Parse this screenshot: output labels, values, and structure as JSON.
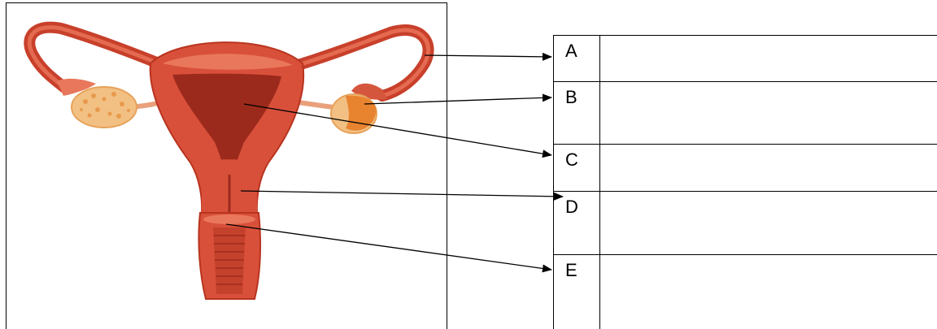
{
  "labels": [
    {
      "letter": "A",
      "answer": ""
    },
    {
      "letter": "B",
      "answer": ""
    },
    {
      "letter": "C",
      "answer": ""
    },
    {
      "letter": "D",
      "answer": ""
    },
    {
      "letter": "E",
      "answer": ""
    }
  ],
  "colors": {
    "tissue": "#d9503a",
    "tissue_dark": "#b8341f",
    "cavity": "#9c2a1c",
    "ovary": "#f2c083",
    "ovary_spots": "#e89a4c",
    "follicle": "#e8832f",
    "line": "#000000"
  }
}
